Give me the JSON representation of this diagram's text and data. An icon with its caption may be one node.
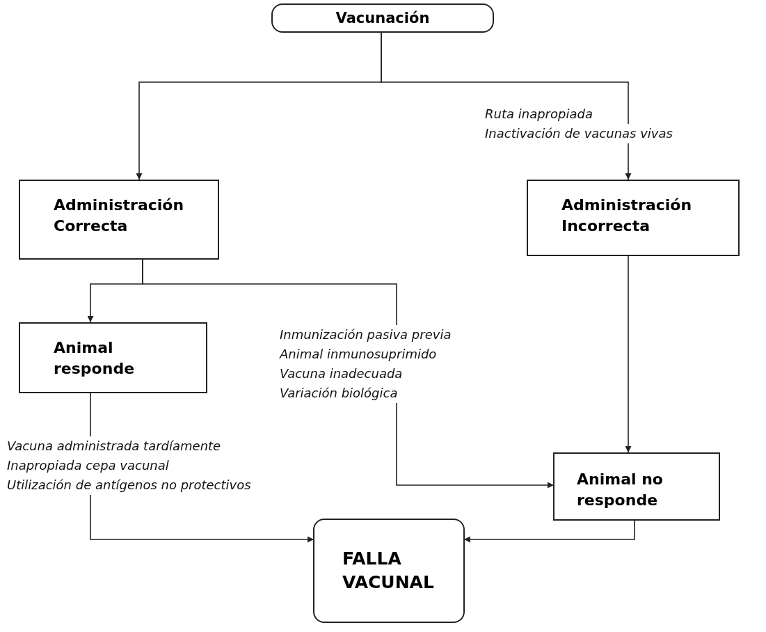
{
  "diagram": {
    "nodes": [
      {
        "text": [
          "Vacunación"
        ]
      },
      {
        "text": [
          "Administración Correcta"
        ]
      },
      {
        "text": [
          "Administración Incorrecta"
        ]
      },
      {
        "text": [
          "Animal responde"
        ]
      },
      {
        "text": [
          "Animal no responde"
        ]
      },
      {
        "text": [
          "FALLA VACUNAL"
        ]
      }
    ],
    "edges": [
      {
        "from": 0,
        "to": 1,
        "arrow": "to"
      },
      {
        "from": 0,
        "to": 2,
        "arrow": "to"
      },
      {
        "from": 1,
        "to": 3,
        "arrow": "to"
      },
      {
        "from": 1,
        "to": 4,
        "arrow": "to"
      },
      {
        "from": 2,
        "to": 4,
        "arrow": "to"
      },
      {
        "from": 3,
        "to": 5,
        "arrow": "to"
      },
      {
        "from": 4,
        "to": 5,
        "arrow": "to"
      }
    ],
    "labels": [
      "Ruta inapropiada",
      "Inactivación de vacunas vivas",
      "Inmunización pasiva previa",
      "Animal inmunosuprimido",
      "Vacuna inadecuada",
      "Variación biológica",
      "Vacuna administrada tardíamente",
      "Inapropiada cepa vacunal",
      "Utilización de antígenos no protectivos"
    ]
  }
}
